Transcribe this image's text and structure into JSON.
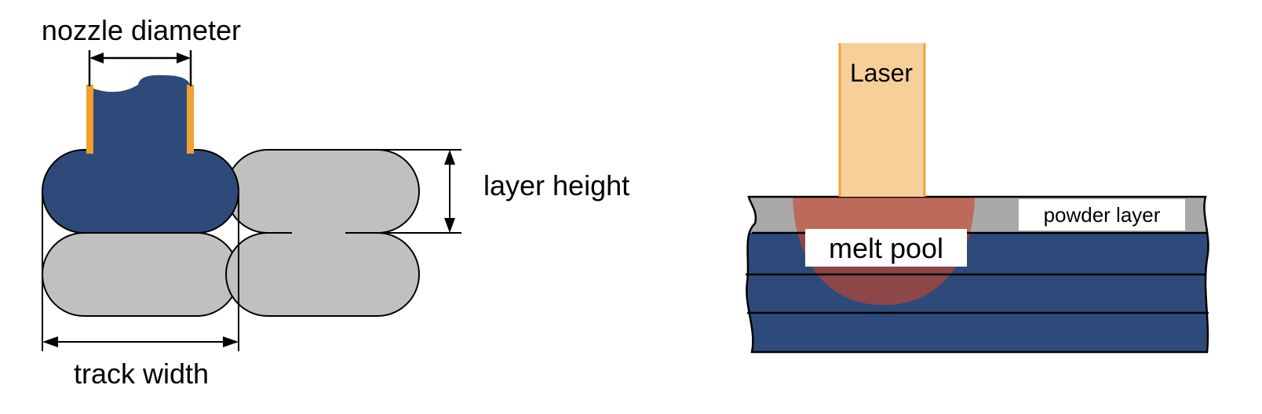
{
  "left_figure": {
    "nozzle_label": "nozzle diameter",
    "layer_height_label": "layer height",
    "track_width_label": "track width"
  },
  "right_figure": {
    "laser_label": "Laser",
    "powder_layer_label": "powder layer",
    "melt_pool_label": "melt pool"
  },
  "colors": {
    "material_blue": "#2e4a7a",
    "track_gray": "#c0c0c0",
    "nozzle_orange": "#f0a030",
    "powder_gray": "#a9a9a9",
    "laser_fill": "#f7cf98",
    "laser_edge": "#eda23c",
    "melt_pool": "#c8462a"
  }
}
